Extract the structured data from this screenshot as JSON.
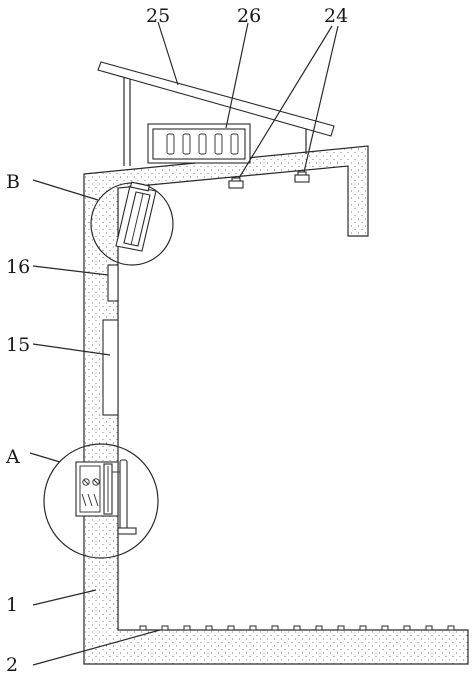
{
  "labels": {
    "l25": "25",
    "l26": "26",
    "l24": "24",
    "lB": "B",
    "l16": "16",
    "l15": "15",
    "lA": "A",
    "l1": "1",
    "l2": "2"
  },
  "colors": {
    "line": "#2a2a2a",
    "background": "#ffffff",
    "stipple": "#555555"
  }
}
